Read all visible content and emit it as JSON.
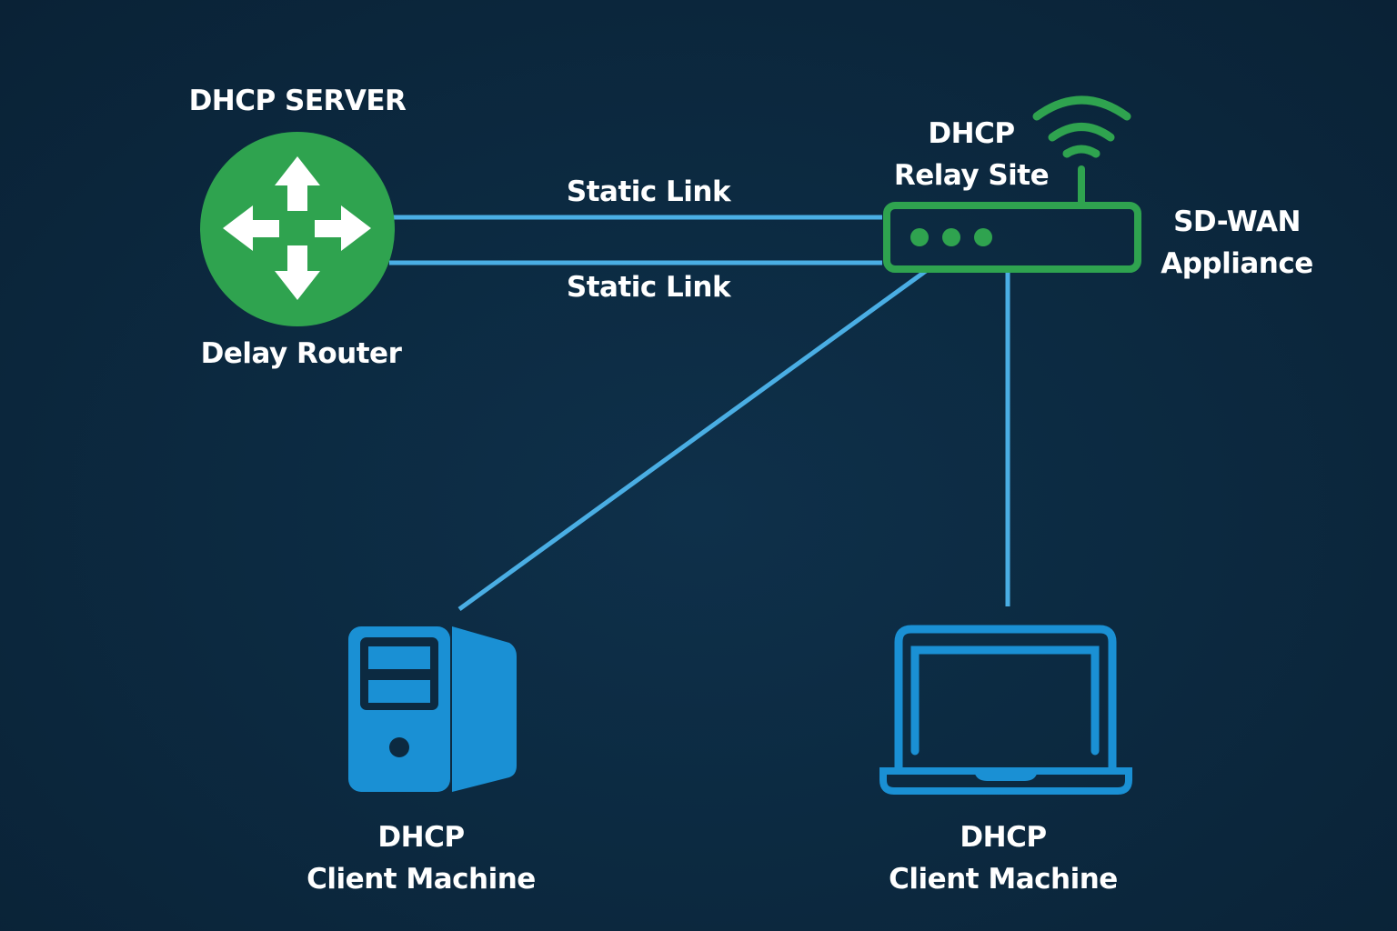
{
  "colors": {
    "background": "#0c2a41",
    "link": "#4aaee4",
    "router_green": "#2fa34f",
    "client_blue": "#1a90d4",
    "text": "#ffffff"
  },
  "nodes": {
    "dhcp_server": {
      "title": "DHCP SERVER",
      "label": "Delay Router",
      "icon": "router-arrows-icon"
    },
    "relay_site": {
      "title_line1": "DHCP",
      "title_line2": "Relay Site",
      "label_line1": "SD-WAN",
      "label_line2": "Appliance",
      "icon": "wireless-router-icon"
    },
    "client_desktop": {
      "line1": "DHCP",
      "line2": "Client Machine",
      "icon": "desktop-tower-icon"
    },
    "client_laptop": {
      "line1": "DHCP",
      "line2": "Client Machine",
      "icon": "laptop-icon"
    }
  },
  "links": [
    {
      "from": "dhcp_server",
      "to": "relay_site",
      "label": "Static Link"
    },
    {
      "from": "dhcp_server",
      "to": "relay_site",
      "label": "Static Link"
    },
    {
      "from": "relay_site",
      "to": "client_desktop",
      "label": ""
    },
    {
      "from": "relay_site",
      "to": "client_laptop",
      "label": ""
    }
  ]
}
